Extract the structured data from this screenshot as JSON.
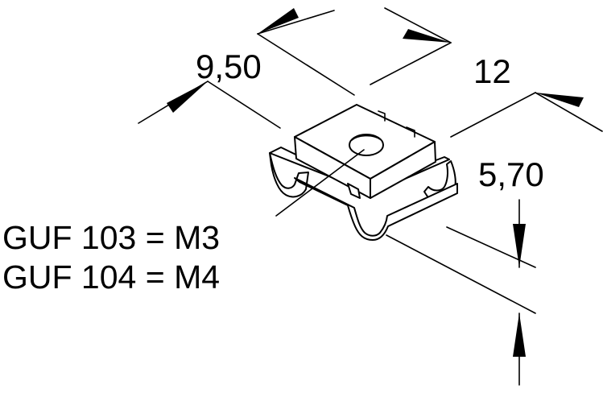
{
  "dimensions": {
    "width": "9,50",
    "length": "12",
    "height": "5,70"
  },
  "labels": {
    "line1": "GUF 103 = M3",
    "line2": "GUF 104 = M4"
  },
  "colors": {
    "ink": "#000000",
    "paper": "#ffffff"
  }
}
